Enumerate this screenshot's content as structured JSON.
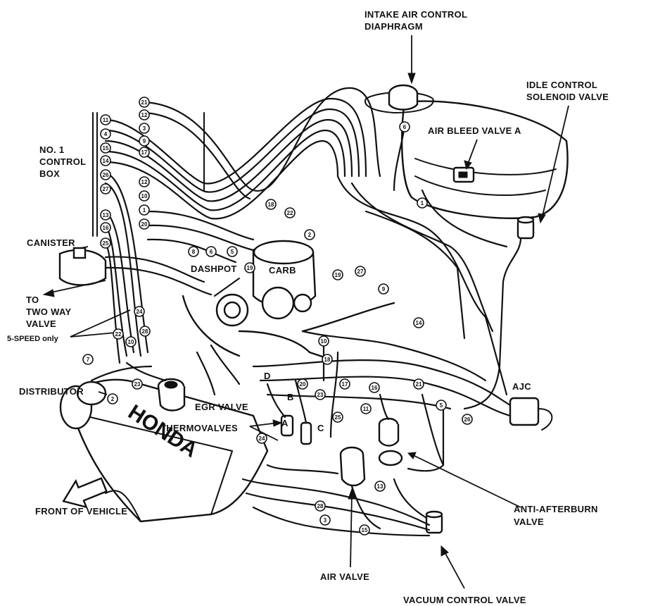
{
  "labels": {
    "intake_air_control_diaphragm_1": "INTAKE AIR CONTROL",
    "intake_air_control_diaphragm_2": "DIAPHRAGM",
    "idle_control_solenoid_1": "IDLE CONTROL",
    "idle_control_solenoid_2": "SOLENOID VALVE",
    "air_bleed_valve_a": "AIR BLEED VALVE A",
    "no1_control_box_1": "NO. 1",
    "no1_control_box_2": "CONTROL",
    "no1_control_box_3": "BOX",
    "canister": "CANISTER",
    "to_two_way_1": "TO",
    "to_two_way_2": "TWO WAY",
    "to_two_way_3": "VALVE",
    "five_speed": "5-SPEED only",
    "distributor": "DISTRIBUTOR",
    "dashpot": "DASHPOT",
    "carb": "CARB",
    "egr_valve": "EGR VALVE",
    "thermovalves": "THERMOVALVES",
    "ajc": "AJC",
    "anti_afterburn_1": "ANTI-AFTERBURN",
    "anti_afterburn_2": "VALVE",
    "front_of_vehicle": "FRONT OF VEHICLE",
    "air_valve": "AIR VALVE",
    "vacuum_control_valve": "VACUUM CONTROL VALVE",
    "honda": "HONDA",
    "point_b": "B",
    "point_c": "C",
    "point_d": "D",
    "point_a": "A"
  },
  "hose_tags": [
    {
      "id": "t1",
      "num": "21"
    },
    {
      "id": "t2",
      "num": "12"
    },
    {
      "id": "t3",
      "num": "3"
    },
    {
      "id": "t4",
      "num": "9"
    },
    {
      "id": "t5",
      "num": "17"
    },
    {
      "id": "t6",
      "num": "11"
    },
    {
      "id": "t7",
      "num": "4"
    },
    {
      "id": "t8",
      "num": "15"
    },
    {
      "id": "t9",
      "num": "14"
    },
    {
      "id": "t10",
      "num": "26"
    },
    {
      "id": "t11",
      "num": "27"
    },
    {
      "id": "t12",
      "num": "13"
    },
    {
      "id": "t13",
      "num": "16"
    },
    {
      "id": "t14",
      "num": "25"
    },
    {
      "id": "t15",
      "num": "12"
    },
    {
      "id": "t16",
      "num": "10"
    },
    {
      "id": "t17",
      "num": "1"
    },
    {
      "id": "t18",
      "num": "20"
    },
    {
      "id": "t19",
      "num": "18"
    },
    {
      "id": "t20",
      "num": "22"
    },
    {
      "id": "t21",
      "num": "19"
    },
    {
      "id": "t22",
      "num": "6"
    },
    {
      "id": "t23",
      "num": "8"
    },
    {
      "id": "t24",
      "num": "5"
    },
    {
      "id": "t25",
      "num": "22"
    },
    {
      "id": "t26",
      "num": "7"
    },
    {
      "id": "t27",
      "num": "2"
    },
    {
      "id": "t28",
      "num": "23"
    },
    {
      "id": "t29",
      "num": "24"
    },
    {
      "id": "t30",
      "num": "28"
    },
    {
      "id": "t31",
      "num": "10"
    },
    {
      "id": "t32",
      "num": "2"
    },
    {
      "id": "t33",
      "num": "19"
    },
    {
      "id": "t34",
      "num": "27"
    },
    {
      "id": "t35",
      "num": "9"
    },
    {
      "id": "t36",
      "num": "14"
    },
    {
      "id": "t37",
      "num": "10"
    },
    {
      "id": "t38",
      "num": "18"
    },
    {
      "id": "t39",
      "num": "17"
    },
    {
      "id": "t40",
      "num": "16"
    },
    {
      "id": "t41",
      "num": "20"
    },
    {
      "id": "t42",
      "num": "23"
    },
    {
      "id": "t43",
      "num": "21"
    },
    {
      "id": "t44",
      "num": "11"
    },
    {
      "id": "t45",
      "num": "6"
    },
    {
      "id": "t46",
      "num": "1"
    },
    {
      "id": "t47",
      "num": "26"
    },
    {
      "id": "t48",
      "num": "5"
    },
    {
      "id": "t49",
      "num": "24"
    },
    {
      "id": "t50",
      "num": "25"
    },
    {
      "id": "t51",
      "num": "13"
    },
    {
      "id": "t52",
      "num": "28"
    },
    {
      "id": "t53",
      "num": "3"
    },
    {
      "id": "t54",
      "num": "15"
    }
  ]
}
